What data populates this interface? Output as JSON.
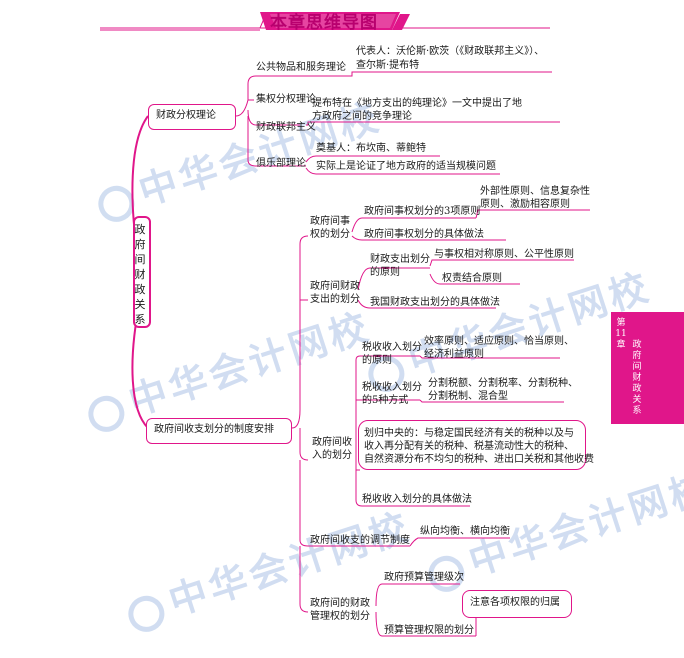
{
  "header": {
    "title": "本章思维导图"
  },
  "side_tab": {
    "chapter_label": "第11章",
    "chapter_title": "政府间财政关系"
  },
  "watermark": {
    "text": "中华会计网校"
  },
  "root": {
    "label": "政府间财政关系"
  },
  "theory": {
    "label": "财政分权理论",
    "public_goods": "公共物品和服务理论",
    "public_goods_rep_1": "代表人：沃伦斯·欧茨（《财政联邦主义》）、",
    "public_goods_rep_2": "查尔斯·提布特",
    "decentral": "集权分权理论",
    "fiscal_fed": "财政联邦主义",
    "fiscal_fed_desc_1": "提布特在《地方支出的纯理论》一文中提出了地",
    "fiscal_fed_desc_2": "方政府之间的竞争理论",
    "club": "俱乐部理论",
    "club_founder": "奠基人：布坎南、蒂鲍特",
    "club_desc": "实际上是论证了地方政府的适当规模问题"
  },
  "system": {
    "label": "政府间收支划分的制度安排",
    "powers": {
      "label_1": "政府间事",
      "label_2": "权的划分",
      "principles": "政府间事权划分的3项原则",
      "principles_detail_1": "外部性原则、信息复杂性",
      "principles_detail_2": "原则、激励相容原则",
      "practice": "政府间事权划分的具体做法"
    },
    "expenditure": {
      "label_1": "政府间财政",
      "label_2": "支出的划分",
      "principle_1": "财政支出划分",
      "principle_2": "的原则",
      "principle_a": "与事权相对称原则、公平性原则",
      "principle_b": "权责结合原则",
      "china": "我国财政支出划分的具体做法"
    },
    "revenue": {
      "label_1": "政府间收",
      "label_2": "入的划分",
      "principle_1": "税收收入划分",
      "principle_2": "的原则",
      "principle_detail_1": "效率原则、适应原则、恰当原则、",
      "principle_detail_2": "经济利益原则",
      "methods_1": "税收收入划分",
      "methods_2": "的5种方式",
      "methods_detail_1": "分割税额、分割税率、分割税种、",
      "methods_detail_2": "分割税制、混合型",
      "central_1": "划归中央的：与稳定国民经济有关的税种以及与",
      "central_2": "收入再分配有关的税种、税基流动性大的税种、",
      "central_3": "自然资源分布不均匀的税种、进出口关税和其他收费",
      "practice": "税收收入划分的具体做法"
    },
    "adjust": {
      "label": "政府间收支的调节制度",
      "detail": "纵向均衡、横向均衡"
    },
    "budget": {
      "label_1": "政府间的财政",
      "label_2": "管理权的划分",
      "level": "政府预算管理级次",
      "authority": "预算管理权限的划分",
      "note": "注意各项权限的归属"
    }
  }
}
